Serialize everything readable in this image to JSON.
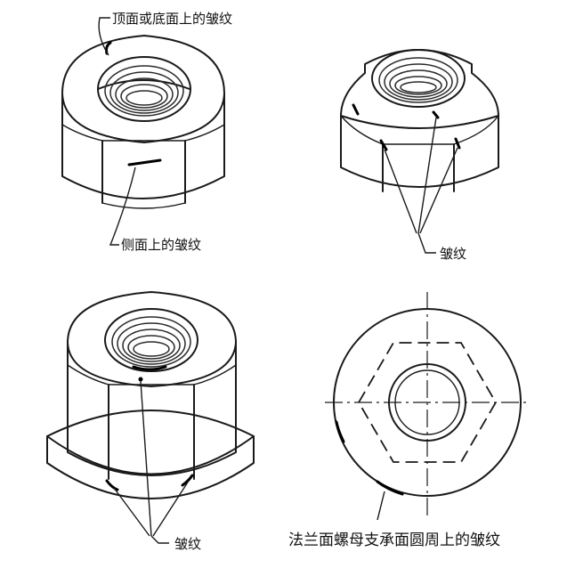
{
  "labels": {
    "top_or_bottom_face": "顶面或底面上的皱纹",
    "side_face": "侧面上的皱纹",
    "wrinkles_top_right": "皱纹",
    "wrinkles_bottom_left": "皱纹",
    "flange_bearing_circumference": "法兰面螺母支承面圆周上的皱纹"
  }
}
